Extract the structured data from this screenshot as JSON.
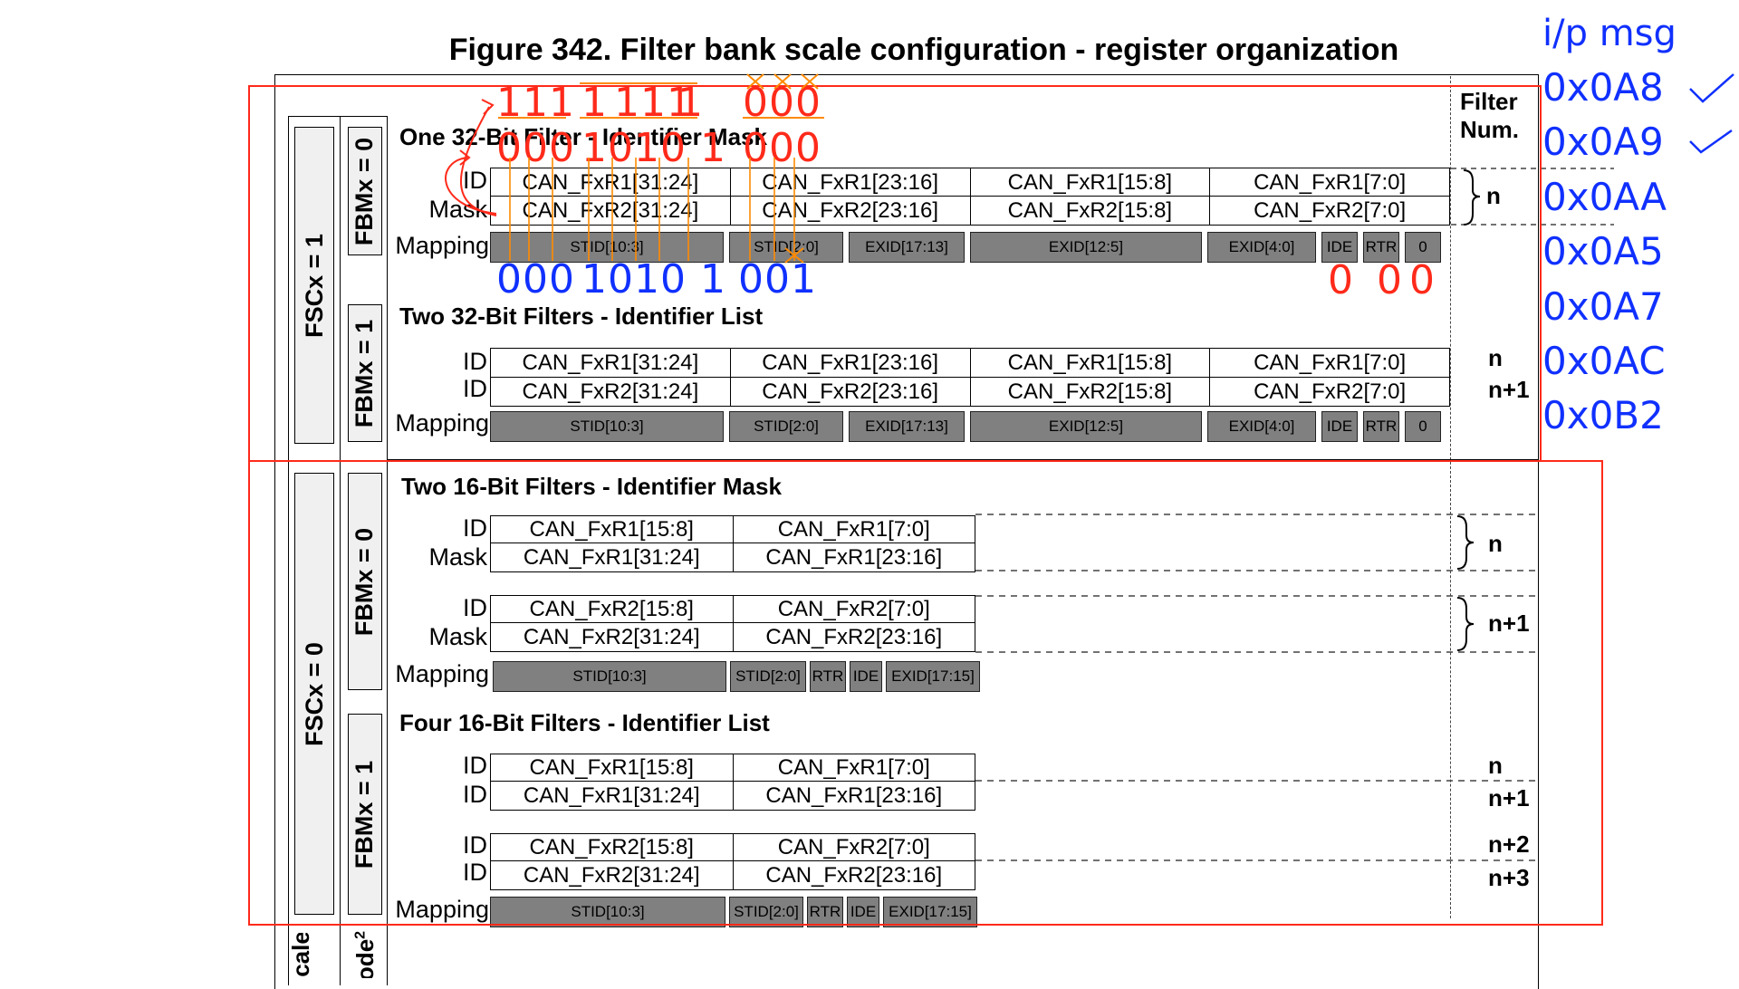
{
  "title": "Figure 342. Filter bank scale configuration - register organization",
  "filter_num_header": [
    "Filter",
    "Num."
  ],
  "side": {
    "fsc1": "FSCx = 1",
    "fsc0": "FSCx = 0",
    "fbm0_top": "FBMx = 0",
    "fbm1_top": "FBMx = 1",
    "fbm0_bottom": "FBMx = 0",
    "fbm1_bottom": "FBMx = 1",
    "scale_fragment": "cale",
    "mode_fragment": "ode",
    "mode_superscript": "2"
  },
  "labels": {
    "id": "ID",
    "mask": "Mask",
    "mapping": "Mapping"
  },
  "sections": {
    "one32": {
      "title": "One 32-Bit Filter - Identifier Mask",
      "row1": [
        "CAN_FxR1[31:24]",
        "CAN_FxR1[23:16]",
        "CAN_FxR1[15:8]",
        "CAN_FxR1[7:0]"
      ],
      "row2": [
        "CAN_FxR2[31:24]",
        "CAN_FxR2[23:16]",
        "CAN_FxR2[15:8]",
        "CAN_FxR2[7:0]"
      ],
      "mapping": [
        "STID[10:3]",
        "STID[2:0]",
        "EXID[17:13]",
        "EXID[12:5]",
        "EXID[4:0]",
        "IDE",
        "RTR",
        "0"
      ],
      "filter_num": "n"
    },
    "two32": {
      "title": "Two 32-Bit Filters - Identifier List",
      "row1": [
        "CAN_FxR1[31:24]",
        "CAN_FxR1[23:16]",
        "CAN_FxR1[15:8]",
        "CAN_FxR1[7:0]"
      ],
      "row2": [
        "CAN_FxR2[31:24]",
        "CAN_FxR2[23:16]",
        "CAN_FxR2[15:8]",
        "CAN_FxR2[7:0]"
      ],
      "mapping": [
        "STID[10:3]",
        "STID[2:0]",
        "EXID[17:13]",
        "EXID[12:5]",
        "EXID[4:0]",
        "IDE",
        "RTR",
        "0"
      ],
      "filter_num": [
        "n",
        "n+1"
      ]
    },
    "two16": {
      "title": "Two 16-Bit Filters - Identifier Mask",
      "block1_row1": [
        "CAN_FxR1[15:8]",
        "CAN_FxR1[7:0]"
      ],
      "block1_row2": [
        "CAN_FxR1[31:24]",
        "CAN_FxR1[23:16]"
      ],
      "block2_row1": [
        "CAN_FxR2[15:8]",
        "CAN_FxR2[7:0]"
      ],
      "block2_row2": [
        "CAN_FxR2[31:24]",
        "CAN_FxR2[23:16]"
      ],
      "mapping": [
        "STID[10:3]",
        "STID[2:0]",
        "RTR",
        "IDE",
        "EXID[17:15]"
      ],
      "filter_num": [
        "n",
        "n+1"
      ]
    },
    "four16": {
      "title": "Four 16-Bit Filters - Identifier List",
      "block1_row1": [
        "CAN_FxR1[15:8]",
        "CAN_FxR1[7:0]"
      ],
      "block1_row2": [
        "CAN_FxR1[31:24]",
        "CAN_FxR1[23:16]"
      ],
      "block2_row1": [
        "CAN_FxR2[15:8]",
        "CAN_FxR2[7:0]"
      ],
      "block2_row2": [
        "CAN_FxR2[31:24]",
        "CAN_FxR2[23:16]"
      ],
      "mapping": [
        "STID[10:3]",
        "STID[2:0]",
        "RTR",
        "IDE",
        "EXID[17:15]"
      ],
      "filter_num": [
        "n",
        "n+1",
        "n+2",
        "n+3"
      ]
    }
  },
  "annotations": {
    "red_top": [
      "111",
      "1",
      "111",
      "1",
      "000"
    ],
    "red_bits_mid": "000",
    "red_bits_mid2": "1010 1",
    "red_bits_mid3": "000",
    "blue_bits": [
      "000",
      "1010 1",
      "001"
    ],
    "red_zeros": [
      "0",
      "0",
      "0"
    ],
    "messages_header": "i/p msg",
    "messages": [
      "0x0A8",
      "0x0A9",
      "0x0AA",
      "0x0A5",
      "0x0A7",
      "0x0AC",
      "0x0B2"
    ],
    "checked": [
      true,
      true,
      false,
      false,
      false,
      false,
      false
    ],
    "colors": {
      "red": "#ff2a1a",
      "blue": "#1030ff",
      "orange": "#ff8a00"
    }
  }
}
